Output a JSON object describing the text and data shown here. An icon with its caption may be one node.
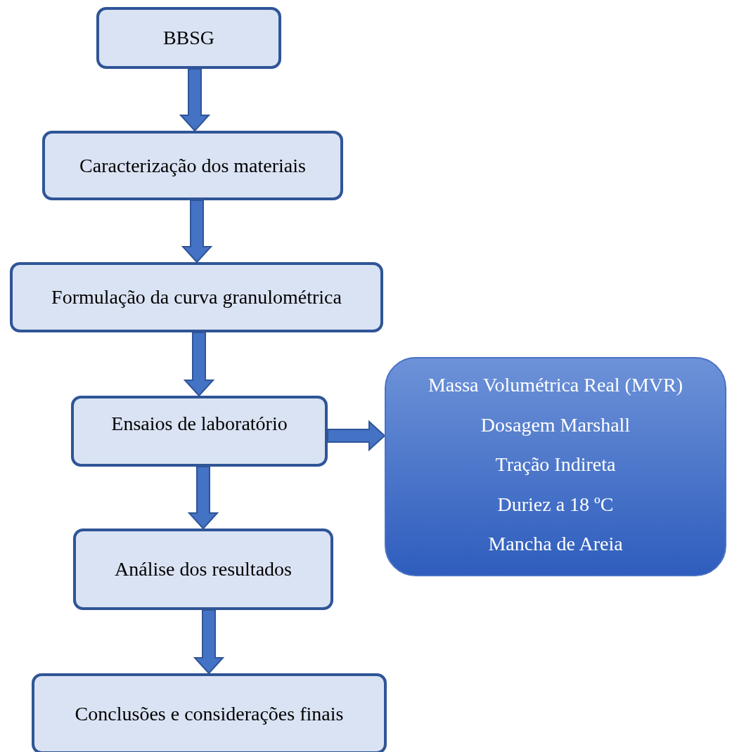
{
  "diagram": {
    "nodes": [
      {
        "text": [
          "BBSG"
        ]
      },
      {
        "text": [
          "Caracterização dos materiais"
        ]
      },
      {
        "text": [
          "Formulação da curva granulométrica"
        ]
      },
      {
        "text": [
          "Ensaios de laboratório"
        ]
      },
      {
        "text": [
          "Análise dos resultados"
        ]
      },
      {
        "text": [
          "Conclusões e considerações finais"
        ]
      },
      {
        "text": [
          "Massa Volumétrica Real (MVR)",
          "Dosagem Marshall",
          "Tração Indireta",
          "Duriez a 18 ºC",
          "Mancha de Areia"
        ]
      }
    ],
    "edges": [
      {
        "from": 0,
        "to": 1,
        "arrow": "to"
      },
      {
        "from": 1,
        "to": 2,
        "arrow": "to"
      },
      {
        "from": 2,
        "to": 3,
        "arrow": "to"
      },
      {
        "from": 3,
        "to": 4,
        "arrow": "to"
      },
      {
        "from": 4,
        "to": 5,
        "arrow": "to"
      },
      {
        "from": 3,
        "to": 6,
        "arrow": "to"
      }
    ]
  }
}
